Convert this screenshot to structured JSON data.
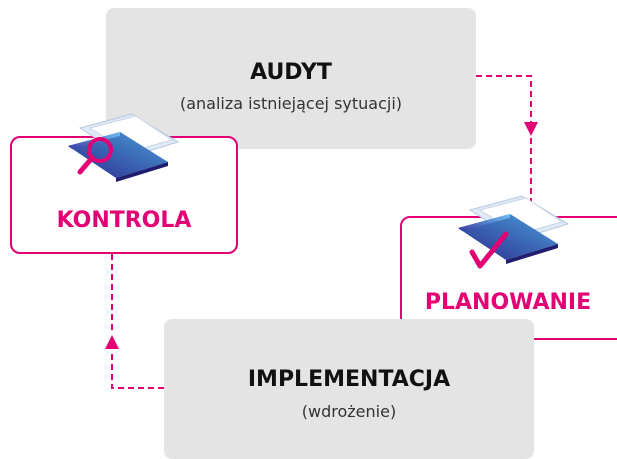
{
  "audyt": {
    "title": "AUDYT",
    "subtitle": "(analiza istniejącej sytuacji)"
  },
  "planowanie": {
    "title": "PLANOWANIE"
  },
  "implementacja": {
    "title": "IMPLEMENTACJA",
    "subtitle": "(wdrożenie)"
  },
  "kontrola": {
    "title": "KONTROLA"
  },
  "colors": {
    "accent": "#e20074",
    "gray_box": "#e4e4e4",
    "folder_dark": "#2b2a8e",
    "folder_light": "#4a9fd8"
  },
  "icons": {
    "kontrola": "folder-magnifier-icon",
    "planowanie": "folder-checkmark-icon"
  }
}
